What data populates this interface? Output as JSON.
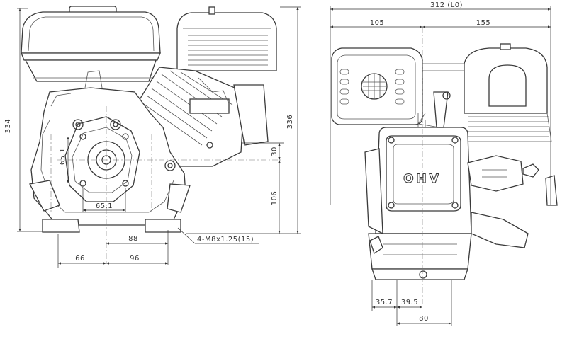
{
  "front_view": {
    "dimensions": {
      "total_height_left": "334",
      "total_height_right": "336",
      "shaft_offset": "30",
      "shaft_height": "106",
      "bolt_width": "88",
      "shaft_to_left": "66",
      "shaft_to_right": "96",
      "pcd_horizontal": "65.1",
      "pcd_vertical": "65.1"
    },
    "note": "4-M8x1.25(15)"
  },
  "side_view": {
    "dimensions": {
      "total_length": "312 (L0)",
      "left_section": "105",
      "right_section": "155",
      "shaft_a": "35.7",
      "shaft_b": "39.5",
      "base_width": "80"
    },
    "logo": "OHV"
  }
}
